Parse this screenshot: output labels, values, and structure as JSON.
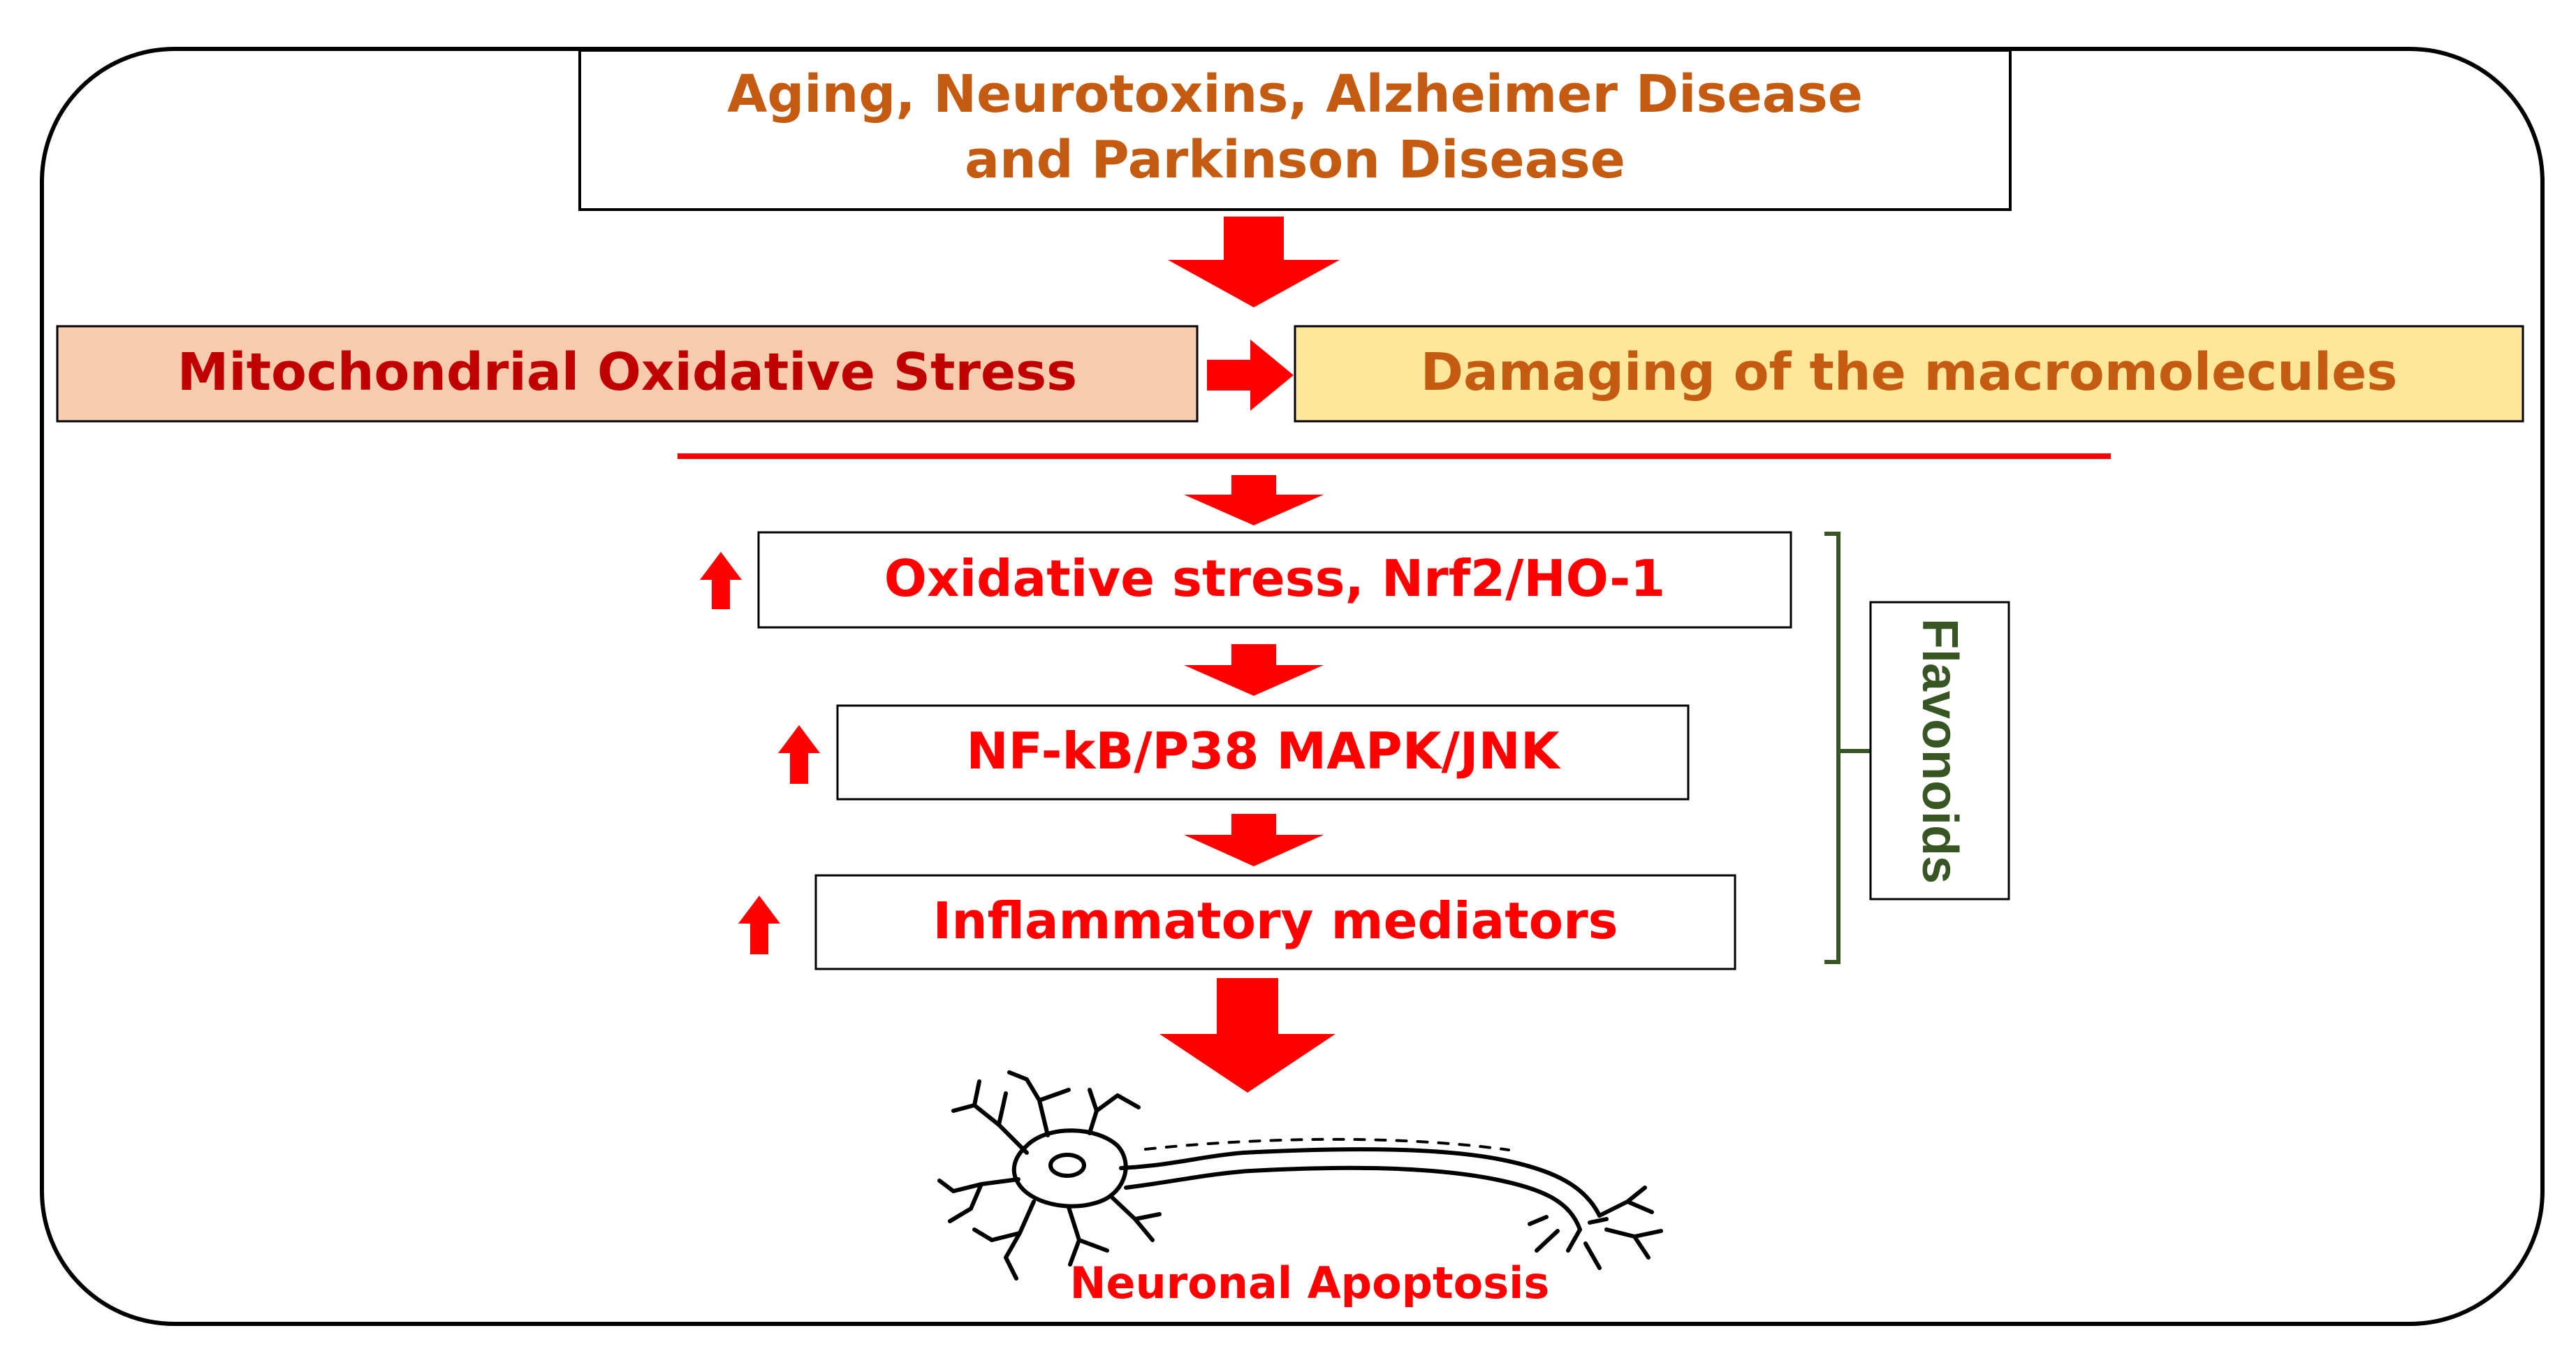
{
  "colors": {
    "cause_text": "#C55A11",
    "accent_red": "#FF0000",
    "dark_red_text": "#C00000",
    "stress_fill": "#F8CBAD",
    "damage_fill": "#FFE699",
    "damage_text": "#C55A11",
    "flavonoid_green": "#375623",
    "frame": "#000000"
  },
  "cause_box": {
    "line1": "Aging, Neurotoxins, Alzheimer Disease",
    "line2": "and Parkinson Disease"
  },
  "stress_box": {
    "label": "Mitochondrial Oxidative Stress"
  },
  "damage_box": {
    "label": "Damaging of the macromolecules"
  },
  "pathway": [
    {
      "label": "Oxidative stress, Nrf2/HO-1",
      "indicator": "up-arrow-icon"
    },
    {
      "label": "NF-kB/P38 MAPK/JNK",
      "indicator": "up-arrow-icon"
    },
    {
      "label": "Inflammatory mediators",
      "indicator": "up-arrow-icon"
    }
  ],
  "flavonoids": {
    "label": "Flavonoids"
  },
  "outcome": {
    "label": "Neuronal Apoptosis",
    "icon": "neuron-icon"
  }
}
